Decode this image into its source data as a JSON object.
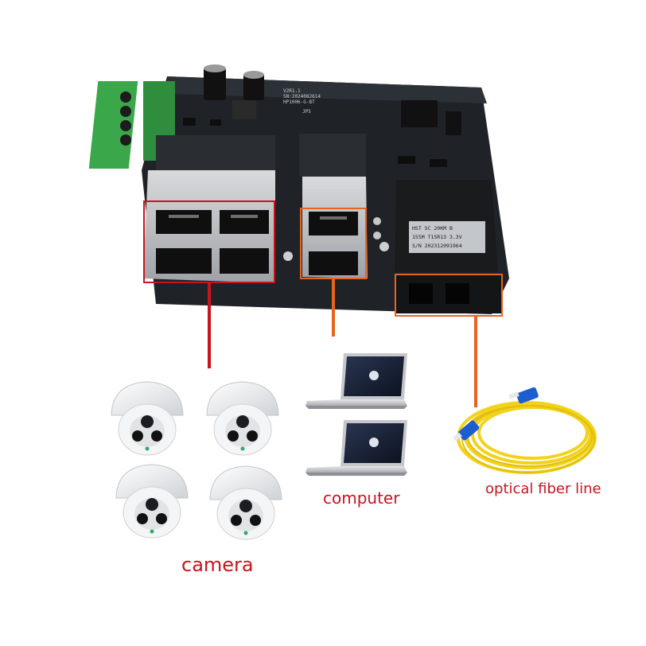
{
  "board": {
    "silk": [
      "V2R1.1",
      "SN:2024082614",
      "HP1006-G-BT",
      "JP5"
    ],
    "fiber_module_label": [
      "HST  SC  20KM  B",
      "155M   T15R13 3.3V",
      "S/N  202312091964"
    ]
  },
  "labels": {
    "camera": "camera",
    "computer": "computer",
    "fiber": "optical fiber line"
  },
  "colors": {
    "red_box": "#c8141e",
    "orange_box": "#e8641e",
    "pcb": "#1f2328",
    "terminal": "#3aa84a",
    "fiber_cable": "#f2d21a",
    "fiber_connector": "#1c5ed0"
  },
  "icons": [
    "camera-icon",
    "laptop-icon",
    "fiber-cable-icon",
    "network-switch-board-icon"
  ]
}
